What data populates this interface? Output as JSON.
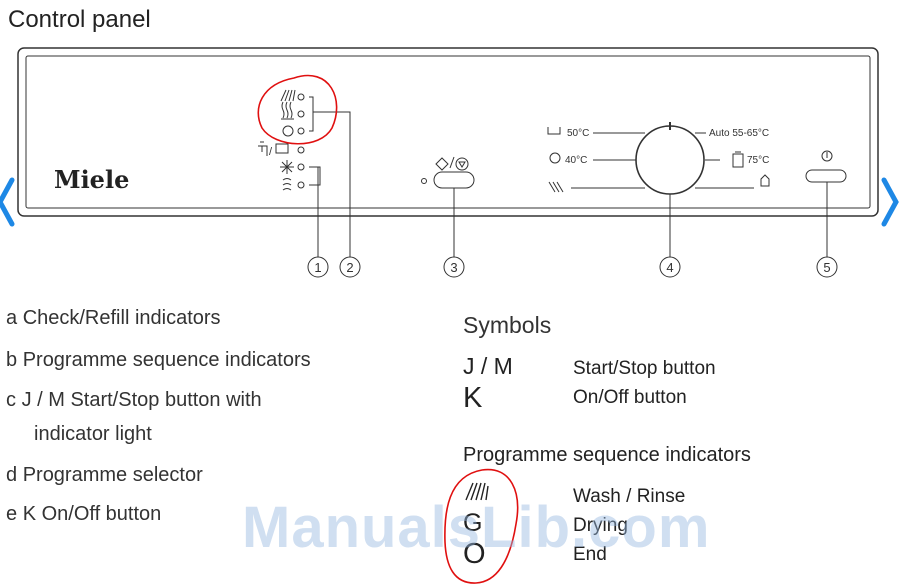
{
  "page": {
    "title": "Control panel"
  },
  "panel": {
    "brand": "Miele",
    "callouts": [
      "1",
      "2",
      "3",
      "4",
      "5"
    ],
    "selector_labels": {
      "left_top": "50°C",
      "left_middle": "40°C",
      "right_top": "Auto 55-65°C",
      "right_middle": "75°C"
    },
    "button_symbol_startstop": "J / M",
    "button_symbol_onoff": "K"
  },
  "legend": {
    "items": [
      {
        "letter": "a",
        "text": "Check/Refill indicators"
      },
      {
        "letter": "b",
        "text": "Programme sequence indicators"
      },
      {
        "letter": "c",
        "text": "J / M Start/Stop button with"
      },
      {
        "letter": "",
        "text": "indicator light"
      },
      {
        "letter": "d",
        "text": "Programme selector"
      },
      {
        "letter": "e",
        "text": "K On/Off button"
      }
    ]
  },
  "symbols": {
    "title": "Symbols",
    "rows": [
      {
        "key": "J / M",
        "desc": "Start/Stop button"
      },
      {
        "key": "K",
        "desc": "On/Off button"
      }
    ],
    "sequence_title": "Programme sequence indicators",
    "sequence": [
      {
        "key": "",
        "icon": "wash-rinse-icon",
        "desc": "Wash / Rinse"
      },
      {
        "key": "G",
        "icon": "",
        "desc": "Drying"
      },
      {
        "key": "O",
        "icon": "",
        "desc": "End"
      }
    ]
  },
  "watermark": "ManualsLib.com",
  "colors": {
    "annotation": "#e01010",
    "nav": "#1e88e5",
    "ink": "#333333"
  }
}
